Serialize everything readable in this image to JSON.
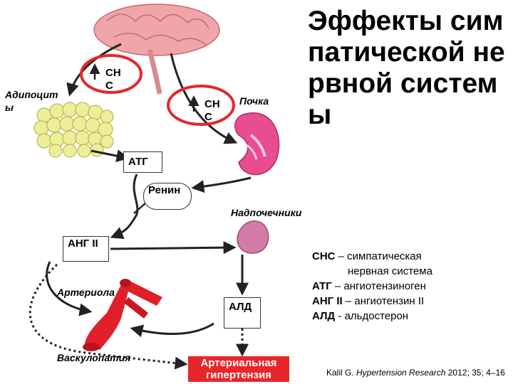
{
  "title": "Эффекты симпатической нервной системы",
  "labels": {
    "sns1": "СНС",
    "sns2": "СНС",
    "adipocytes": "Адипоциты",
    "kidney": "Почка",
    "atg": "АТГ",
    "renin": "Ренин",
    "adrenal": "Надпочечники",
    "ang2": "АНГ II",
    "arteriole": "Артериола",
    "ald": "АЛД",
    "vasculopathy": "Васкулопатия",
    "hypertension": "Артериальная гипертензия"
  },
  "legend": [
    {
      "abbr": "СНС",
      "text": " – симпатическая"
    },
    {
      "abbr": "",
      "text": "нервная система"
    },
    {
      "abbr": "АТГ",
      "text": " – ангиотензиноген"
    },
    {
      "abbr": "АНГ II",
      "text": " – ангиотензин II"
    },
    {
      "abbr": "АЛД",
      "text": " - альдостерон"
    }
  ],
  "citation": {
    "author": "Kalil G. ",
    "journal": "Hypertension Research",
    "details": " 2012; 35; 4–16"
  },
  "colors": {
    "circle": "#e8252a",
    "hypertension_box": "#e8252a",
    "brain": "#f0a5a8",
    "fat": "#eeee9a",
    "kidney": "#e84d92",
    "adrenal": "#d47aa8",
    "artery": "#e01f2a"
  }
}
